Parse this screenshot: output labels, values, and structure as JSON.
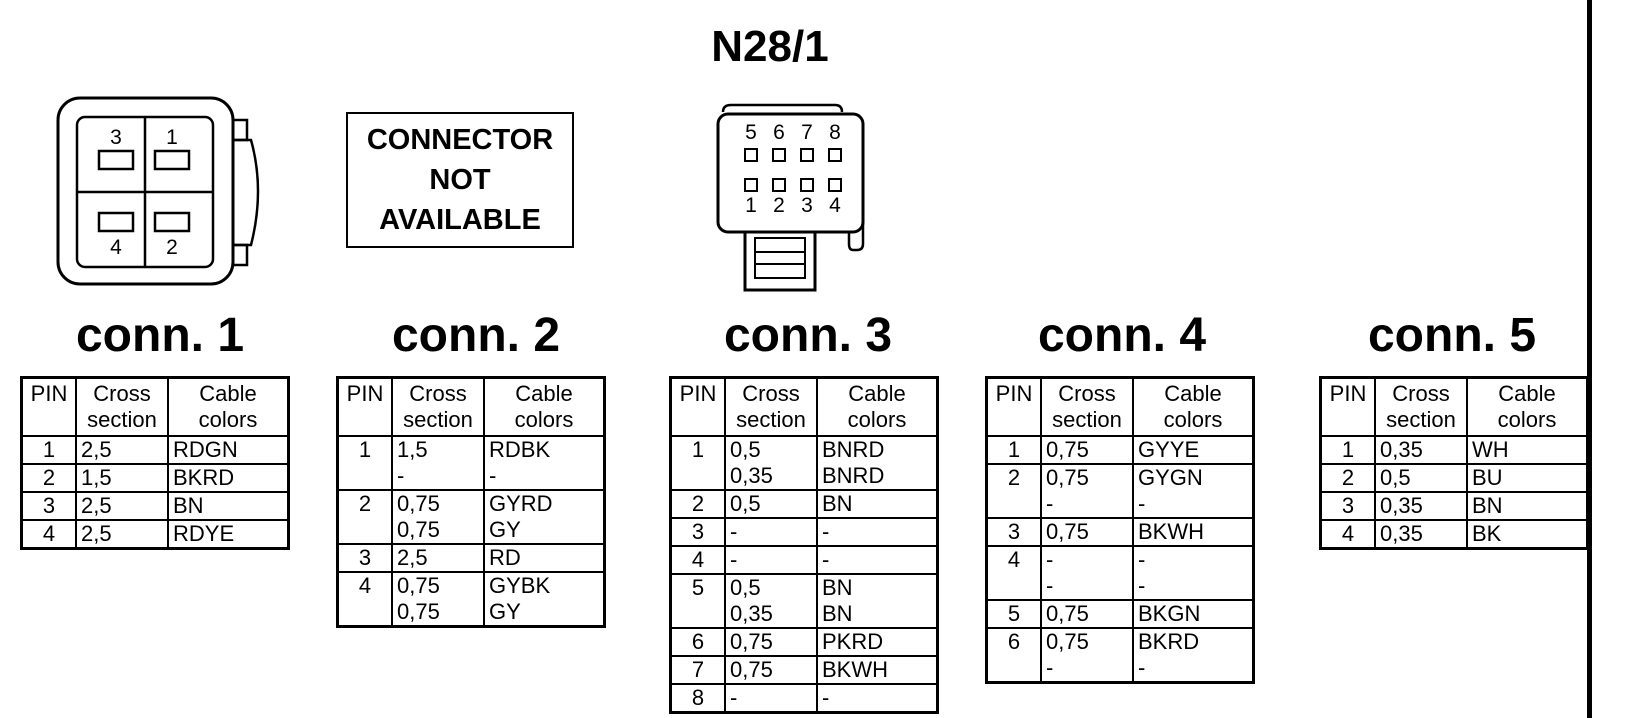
{
  "title": "N28/1",
  "not_available": [
    "CONNECTOR",
    "NOT",
    "AVAILABLE"
  ],
  "headers": {
    "pin": "PIN",
    "cross": [
      "Cross",
      "section"
    ],
    "colors": [
      "Cable",
      "colors"
    ]
  },
  "connector1_pins": {
    "p1": "1",
    "p2": "2",
    "p3": "3",
    "p4": "4"
  },
  "connector3_pins": {
    "top": [
      "5",
      "6",
      "7",
      "8"
    ],
    "bottom": [
      "1",
      "2",
      "3",
      "4"
    ]
  },
  "tables": [
    {
      "title": "conn. 1",
      "rows": [
        {
          "pin": "1",
          "cross": [
            "2,5"
          ],
          "colors": [
            "RDGN"
          ]
        },
        {
          "pin": "2",
          "cross": [
            "1,5"
          ],
          "colors": [
            "BKRD"
          ]
        },
        {
          "pin": "3",
          "cross": [
            "2,5"
          ],
          "colors": [
            "BN"
          ]
        },
        {
          "pin": "4",
          "cross": [
            "2,5"
          ],
          "colors": [
            "RDYE"
          ]
        }
      ]
    },
    {
      "title": "conn. 2",
      "rows": [
        {
          "pin": "1",
          "cross": [
            "1,5",
            "-"
          ],
          "colors": [
            "RDBK",
            "-"
          ]
        },
        {
          "pin": "2",
          "cross": [
            "0,75",
            "0,75"
          ],
          "colors": [
            "GYRD",
            "GY"
          ]
        },
        {
          "pin": "3",
          "cross": [
            "2,5"
          ],
          "colors": [
            "RD"
          ]
        },
        {
          "pin": "4",
          "cross": [
            "0,75",
            "0,75"
          ],
          "colors": [
            "GYBK",
            "GY"
          ]
        }
      ]
    },
    {
      "title": "conn. 3",
      "rows": [
        {
          "pin": "1",
          "cross": [
            "0,5",
            "0,35"
          ],
          "colors": [
            "BNRD",
            "BNRD"
          ]
        },
        {
          "pin": "2",
          "cross": [
            "0,5"
          ],
          "colors": [
            "BN"
          ]
        },
        {
          "pin": "3",
          "cross": [
            "-"
          ],
          "colors": [
            "-"
          ]
        },
        {
          "pin": "4",
          "cross": [
            "-"
          ],
          "colors": [
            "-"
          ]
        },
        {
          "pin": "5",
          "cross": [
            "0,5",
            "0,35"
          ],
          "colors": [
            "BN",
            "BN"
          ]
        },
        {
          "pin": "6",
          "cross": [
            "0,75"
          ],
          "colors": [
            "PKRD"
          ]
        },
        {
          "pin": "7",
          "cross": [
            "0,75"
          ],
          "colors": [
            "BKWH"
          ]
        },
        {
          "pin": "8",
          "cross": [
            "-"
          ],
          "colors": [
            "-"
          ]
        }
      ]
    },
    {
      "title": "conn. 4",
      "rows": [
        {
          "pin": "1",
          "cross": [
            "0,75"
          ],
          "colors": [
            "GYYE"
          ]
        },
        {
          "pin": "2",
          "cross": [
            "0,75",
            "-"
          ],
          "colors": [
            "GYGN",
            "-"
          ]
        },
        {
          "pin": "3",
          "cross": [
            "0,75"
          ],
          "colors": [
            "BKWH"
          ]
        },
        {
          "pin": "4",
          "cross": [
            "-",
            "-"
          ],
          "colors": [
            "-",
            "-"
          ]
        },
        {
          "pin": "5",
          "cross": [
            "0,75"
          ],
          "colors": [
            "BKGN"
          ]
        },
        {
          "pin": "6",
          "cross": [
            "0,75",
            "-"
          ],
          "colors": [
            "BKRD",
            "-"
          ]
        }
      ]
    },
    {
      "title": "conn. 5",
      "rows": [
        {
          "pin": "1",
          "cross": [
            "0,35"
          ],
          "colors": [
            "WH"
          ]
        },
        {
          "pin": "2",
          "cross": [
            "0,5"
          ],
          "colors": [
            "BU"
          ]
        },
        {
          "pin": "3",
          "cross": [
            "0,35"
          ],
          "colors": [
            "BN"
          ]
        },
        {
          "pin": "4",
          "cross": [
            "0,35"
          ],
          "colors": [
            "BK"
          ]
        }
      ]
    }
  ]
}
